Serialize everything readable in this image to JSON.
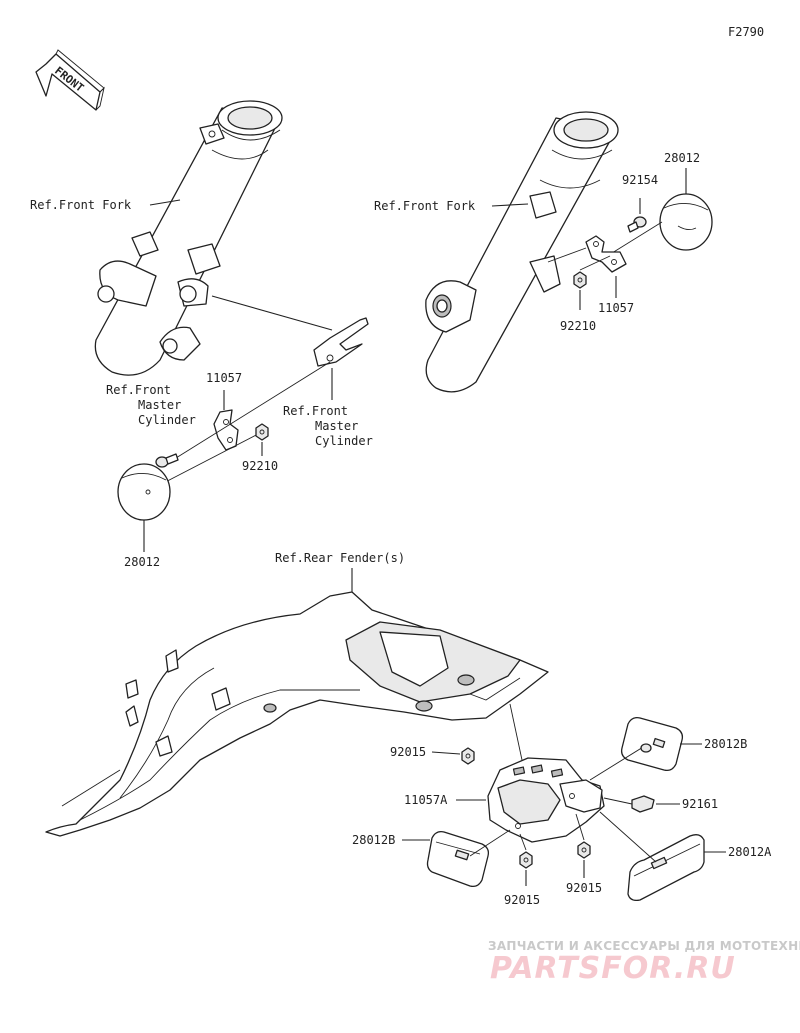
{
  "figure_code": "F2790",
  "front_arrow": {
    "label": "FRONT",
    "icon": "front-direction-arrow-icon"
  },
  "left_group": {
    "fork_ref": "Ref.Front Fork",
    "master_cyl_ref_left": [
      "Ref.Front",
      "Master",
      "Cylinder"
    ],
    "master_cyl_ref_right": [
      "Ref.Front",
      "Master",
      "Cylinder"
    ],
    "bracket": "11057",
    "nut": "92210",
    "reflector": "28012"
  },
  "right_group": {
    "fork_ref": "Ref.Front Fork",
    "reflector": "28012",
    "screw": "92154",
    "nut": "92210",
    "bracket": "11057"
  },
  "rear_group": {
    "fender_ref": "Ref.Rear Fender(s)",
    "nut_top": "92015",
    "bracket": "11057A",
    "reflector_left": "28012B",
    "nut_bottom_left": "92015",
    "nut_bottom_right": "92015",
    "reflector_top_right": "28012B",
    "clip": "92161",
    "reflector_right": "28012A"
  },
  "watermark": {
    "line1": "ЗАПЧАСТИ И АКСЕССУАРЫ ДЛЯ МОТОТЕХНИКИ",
    "line2": "PARTSFOR.RU",
    "color": "#f6c9cf"
  }
}
